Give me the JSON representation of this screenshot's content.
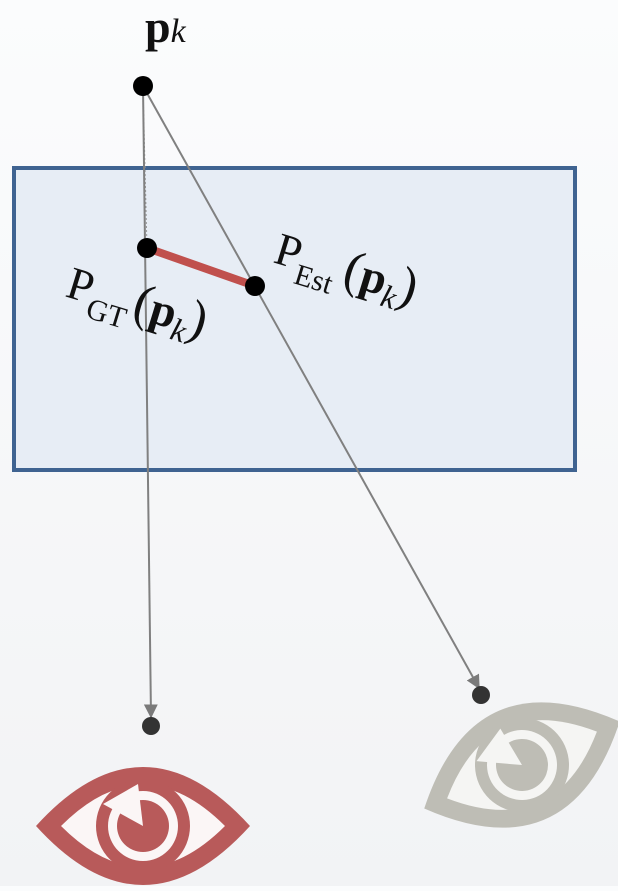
{
  "labels": {
    "point_main": "p",
    "point_sub": "k",
    "est_main": "P",
    "est_sub": "Est",
    "est_open": "(",
    "est_arg": "p",
    "est_arg_sub": "k",
    "est_close": ")",
    "gt_main": "P",
    "gt_sub": "GT",
    "gt_open": "(",
    "gt_arg": "p",
    "gt_arg_sub": "k",
    "gt_close": ")"
  },
  "colors": {
    "plane_fill": "#e7edf5",
    "plane_stroke": "#3f6391",
    "error_segment": "#c0504d",
    "ray": "#808080",
    "gt_eye": "#b85a5a",
    "est_eye": "#bebdb5",
    "point": "#000000",
    "camera_center": "#333333"
  },
  "icons": {
    "gt_camera": "eye-icon",
    "est_camera": "eye-icon"
  }
}
